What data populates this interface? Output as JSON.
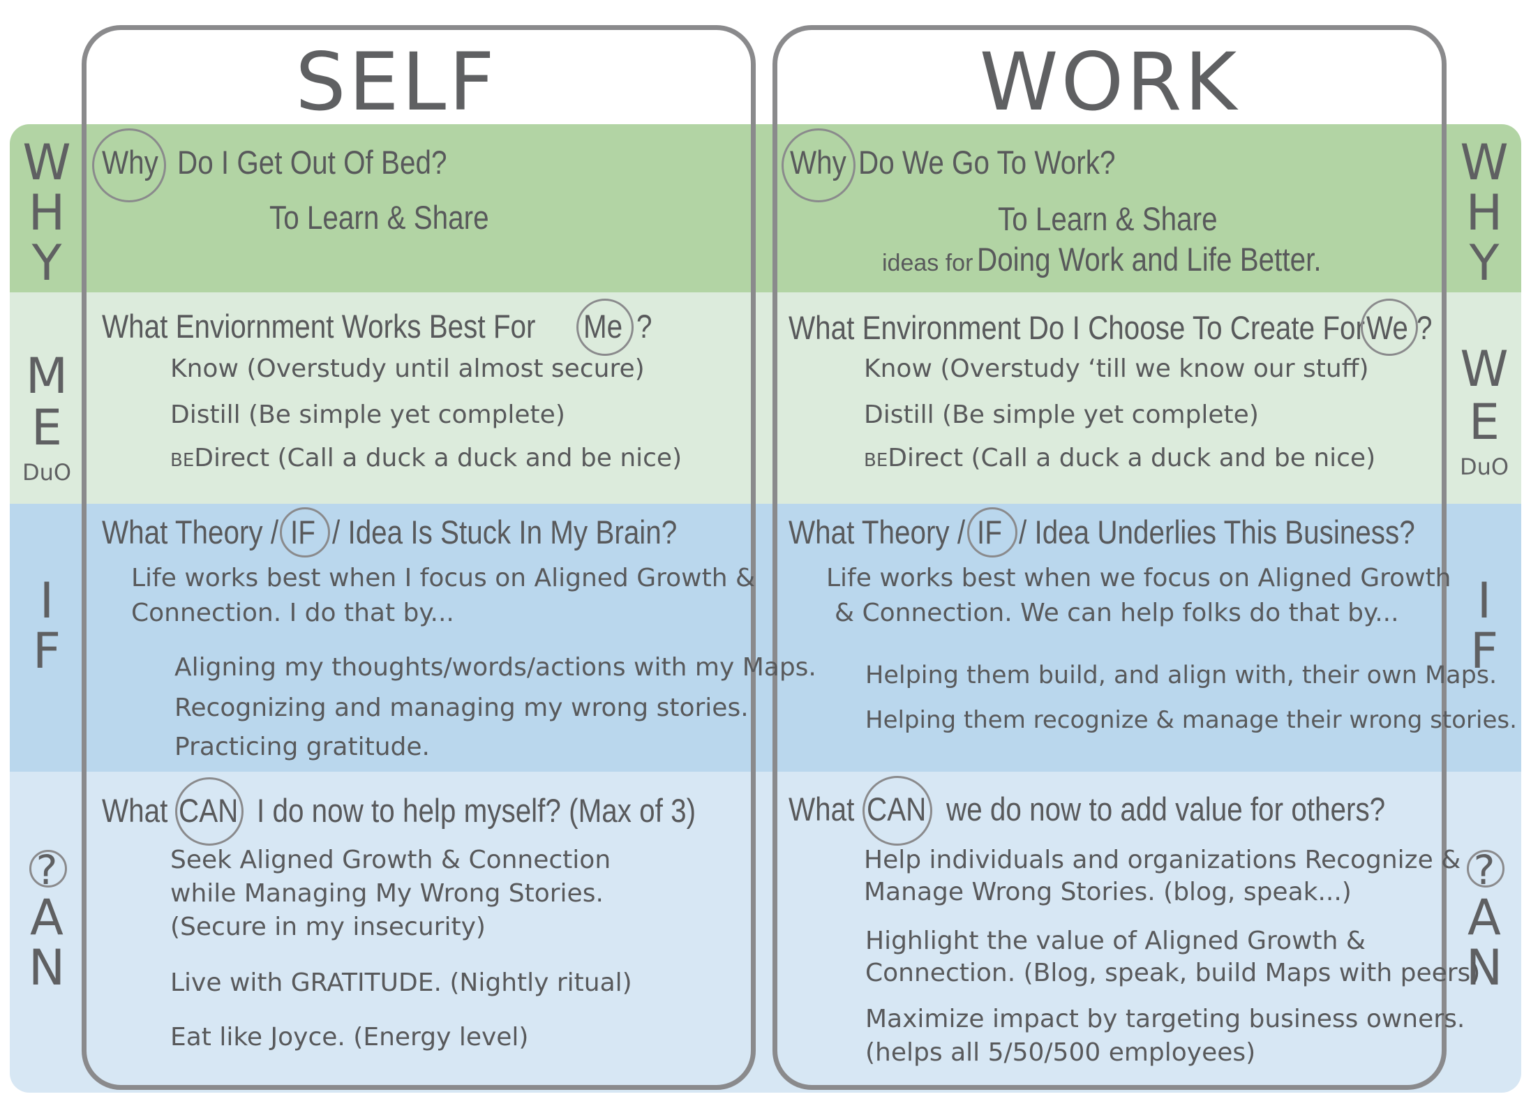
{
  "columns": {
    "self": "SELF",
    "work": "WORK"
  },
  "side": {
    "left": {
      "why": [
        "W",
        "H",
        "Y"
      ],
      "me": [
        "M",
        "E"
      ],
      "me_sub": "DuO",
      "if": [
        "I",
        "F"
      ],
      "can": [
        "?",
        "A",
        "N"
      ]
    },
    "right": {
      "why": [
        "W",
        "H",
        "Y"
      ],
      "we": [
        "W",
        "E"
      ],
      "we_sub": "DuO",
      "if": [
        "I",
        "F"
      ],
      "can": [
        "?",
        "A",
        "N"
      ]
    }
  },
  "self": {
    "why": {
      "circled": "Why",
      "question": "Do I Get Out Of Bed?",
      "answer": "To Learn & Share"
    },
    "me": {
      "question_pre": "What Enviornment Works Best For",
      "circled": "Me",
      "question_post": "?",
      "items": [
        {
          "prefix": "",
          "text": "Know (Overstudy until almost secure)"
        },
        {
          "prefix": "",
          "text": "Distill (Be simple yet complete)"
        },
        {
          "prefix": "BE",
          "text": "Direct (Call a duck a duck and be nice)"
        }
      ]
    },
    "if": {
      "question_pre": "What Theory /",
      "circled": "IF",
      "question_post": "/ Idea Is Stuck In My Brain?",
      "intro": [
        "Life works best when I focus on Aligned Growth &",
        "Connection. I do that by..."
      ],
      "items": [
        "Aligning my thoughts/words/actions with my Maps.",
        "Recognizing and managing my wrong stories.",
        "Practicing gratitude."
      ]
    },
    "can": {
      "question_pre": "What",
      "circled": "CAN",
      "question_post": "I do now to help myself? (Max of 3)",
      "items": [
        [
          "Seek Aligned Growth & Connection",
          "while Managing My Wrong Stories.",
          "(Secure in my insecurity)"
        ],
        [
          "Live with GRATITUDE. (Nightly ritual)"
        ],
        [
          "Eat like Joyce. (Energy level)"
        ]
      ]
    }
  },
  "work": {
    "why": {
      "circled": "Why",
      "question": "Do We Go To Work?",
      "answer": "To Learn & Share",
      "answer2_small": "ideas for",
      "answer2_large": "Doing Work and Life Better."
    },
    "we": {
      "question_pre": "What Environment Do I Choose To Create For",
      "circled": "We",
      "question_post": "?",
      "items": [
        {
          "prefix": "",
          "text": "Know (Overstudy ‘till we know our stuff)"
        },
        {
          "prefix": "",
          "text": "Distill (Be simple yet complete)"
        },
        {
          "prefix": "BE",
          "text": "Direct (Call a duck a duck and be nice)"
        }
      ]
    },
    "if": {
      "question_pre": "What Theory /",
      "circled": "IF",
      "question_post": "/ Idea Underlies This Business?",
      "intro": [
        "Life works best when we focus on Aligned Growth",
        "& Connection. We can help folks do that by..."
      ],
      "items": [
        "Helping them build, and align with, their own Maps.",
        "Helping them recognize & manage their wrong stories."
      ]
    },
    "can": {
      "question_pre": "What",
      "circled": "CAN",
      "question_post": "we do now to add value for others?",
      "items": [
        [
          "Help individuals and organizations Recognize &",
          "Manage Wrong Stories. (blog, speak...)"
        ],
        [
          "Highlight the value of Aligned Growth &",
          "Connection. (Blog, speak, build Maps with peers)"
        ],
        [
          "Maximize impact by targeting business owners.",
          "(helps all 5/50/500 employees)"
        ]
      ]
    }
  }
}
